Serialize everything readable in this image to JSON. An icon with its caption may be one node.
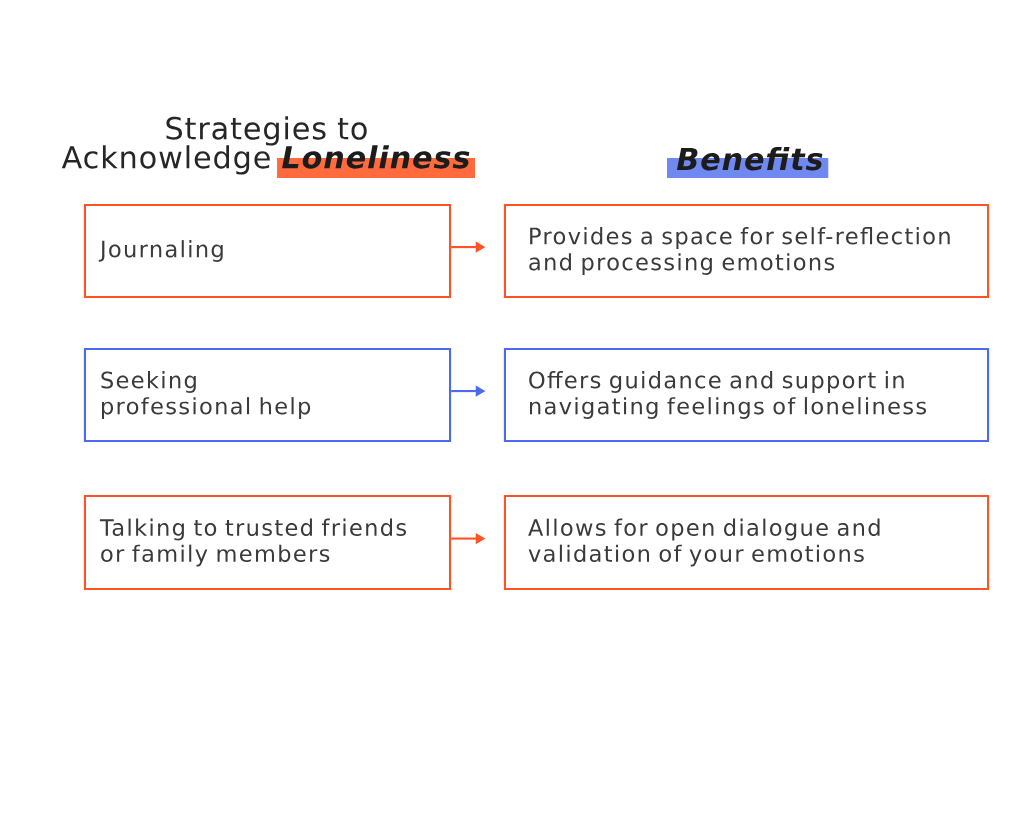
{
  "diagram": {
    "nodes": [
      {
        "text": [
          "Journaling"
        ]
      },
      {
        "text": [
          "Provides a space for self-reflection and processing emotions"
        ]
      },
      {
        "text": [
          "Seeking professional help"
        ]
      },
      {
        "text": [
          "Offers guidance and support in navigating feelings of loneliness"
        ]
      },
      {
        "text": [
          "Talking to trusted friends or family members"
        ]
      },
      {
        "text": [
          "Allows for open dialogue and validation of your emotions"
        ]
      }
    ],
    "edges": [
      {
        "from": 0,
        "to": 1,
        "arrow": "to"
      },
      {
        "from": 2,
        "to": 3,
        "arrow": "to",
        "color": "#4c6af0"
      },
      {
        "from": 4,
        "to": 5,
        "arrow": "to"
      }
    ],
    "labels": [
      "Strategies to Acknowledge **Loneliness**",
      "Benefits"
    ]
  }
}
